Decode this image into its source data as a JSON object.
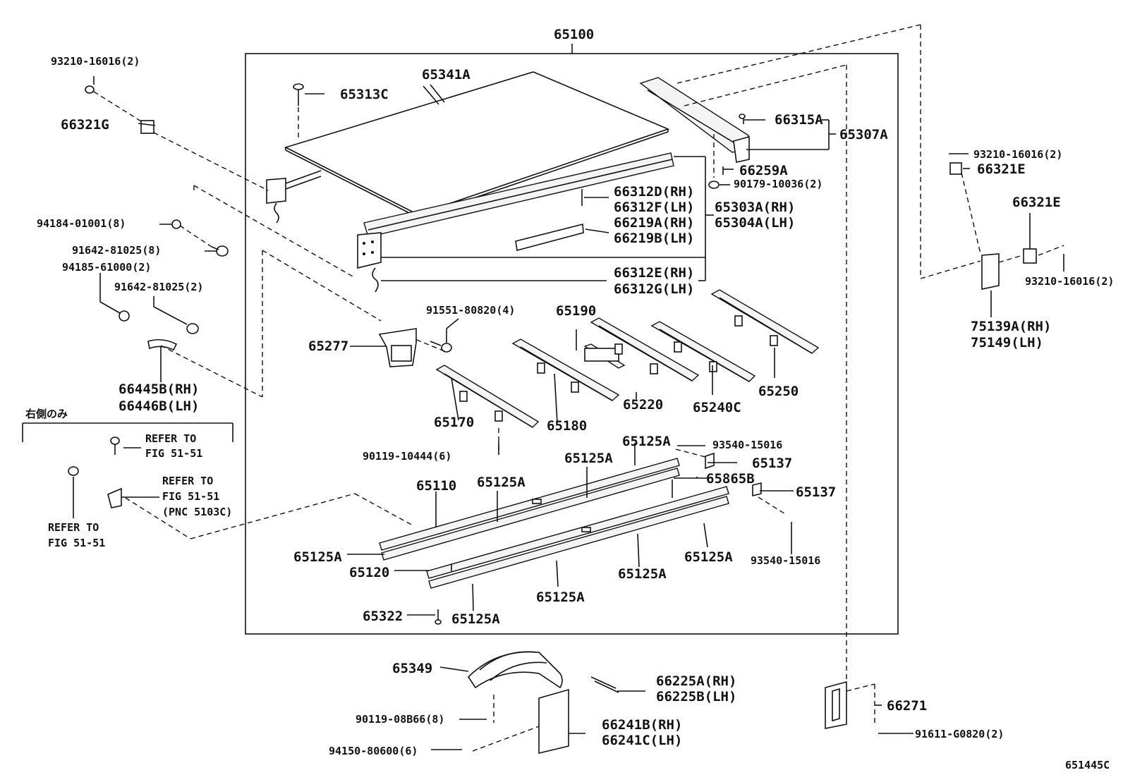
{
  "figure_id": "651445C",
  "japanese_note": "右側のみ",
  "refer_labels": {
    "refer_a_1": "REFER TO",
    "refer_a_2": "FIG 51-51",
    "refer_b_1": "REFER TO",
    "refer_b_2": "FIG 51-51",
    "refer_b_3": "(PNC 5103C)",
    "refer_c_1": "REFER TO",
    "refer_c_2": "FIG 51-51"
  },
  "parts": {
    "p65100": "65100",
    "p65341A": "65341A",
    "p65313C": "65313C",
    "p66321G": "66321G",
    "p93210_top": "93210-16016(2)",
    "p94184": "94184-01001(8)",
    "p91642_8": "91642-81025(8)",
    "p94185": "94185-61000(2)",
    "p91642_2": "91642-81025(2)",
    "p66445B": "66445B(RH)",
    "p66446B": "66446B(LH)",
    "p66315A": "66315A",
    "p65307A": "65307A",
    "p66259A": "66259A",
    "p90179": "90179-10036(2)",
    "p66312D": "66312D(RH)",
    "p66312F": "66312F(LH)",
    "p66219A": "66219A(RH)",
    "p66219B": "66219B(LH)",
    "p65303A": "65303A(RH)",
    "p65304A": "65304A(LH)",
    "p66312E": "66312E(RH)",
    "p66312G": "66312G(LH)",
    "p93210_r1": "93210-16016(2)",
    "p66321E_1": "66321E",
    "p66321E_2": "66321E",
    "p93210_r2": "93210-16016(2)",
    "p75139A": "75139A(RH)",
    "p75149": "75149(LH)",
    "p91551": "91551-80820(4)",
    "p65277": "65277",
    "p65190": "65190",
    "p65220": "65220",
    "p65240C": "65240C",
    "p65250": "65250",
    "p65170": "65170",
    "p65180": "65180",
    "p90119_6": "90119-10444(6)",
    "p65125A_1": "65125A",
    "p93540_1": "93540-15016",
    "p65137_1": "65137",
    "p65125A_2": "65125A",
    "p65865B": "65865B",
    "p65110": "65110",
    "p65125A_3": "65125A",
    "p65137_2": "65137",
    "p65125A_4": "65125A",
    "p65125A_5": "65125A",
    "p93540_2": "93540-15016",
    "p65120": "65120",
    "p65125A_6": "65125A",
    "p65125A_7": "65125A",
    "p65322": "65322",
    "p65125A_8": "65125A",
    "p65349": "65349",
    "p66225A": "66225A(RH)",
    "p66225B": "66225B(LH)",
    "p90119_8": "90119-08B66(8)",
    "p66241B": "66241B(RH)",
    "p66241C": "66241C(LH)",
    "p94150": "94150-80600(6)",
    "p66271": "66271",
    "p91611": "91611-G0820(2)"
  }
}
